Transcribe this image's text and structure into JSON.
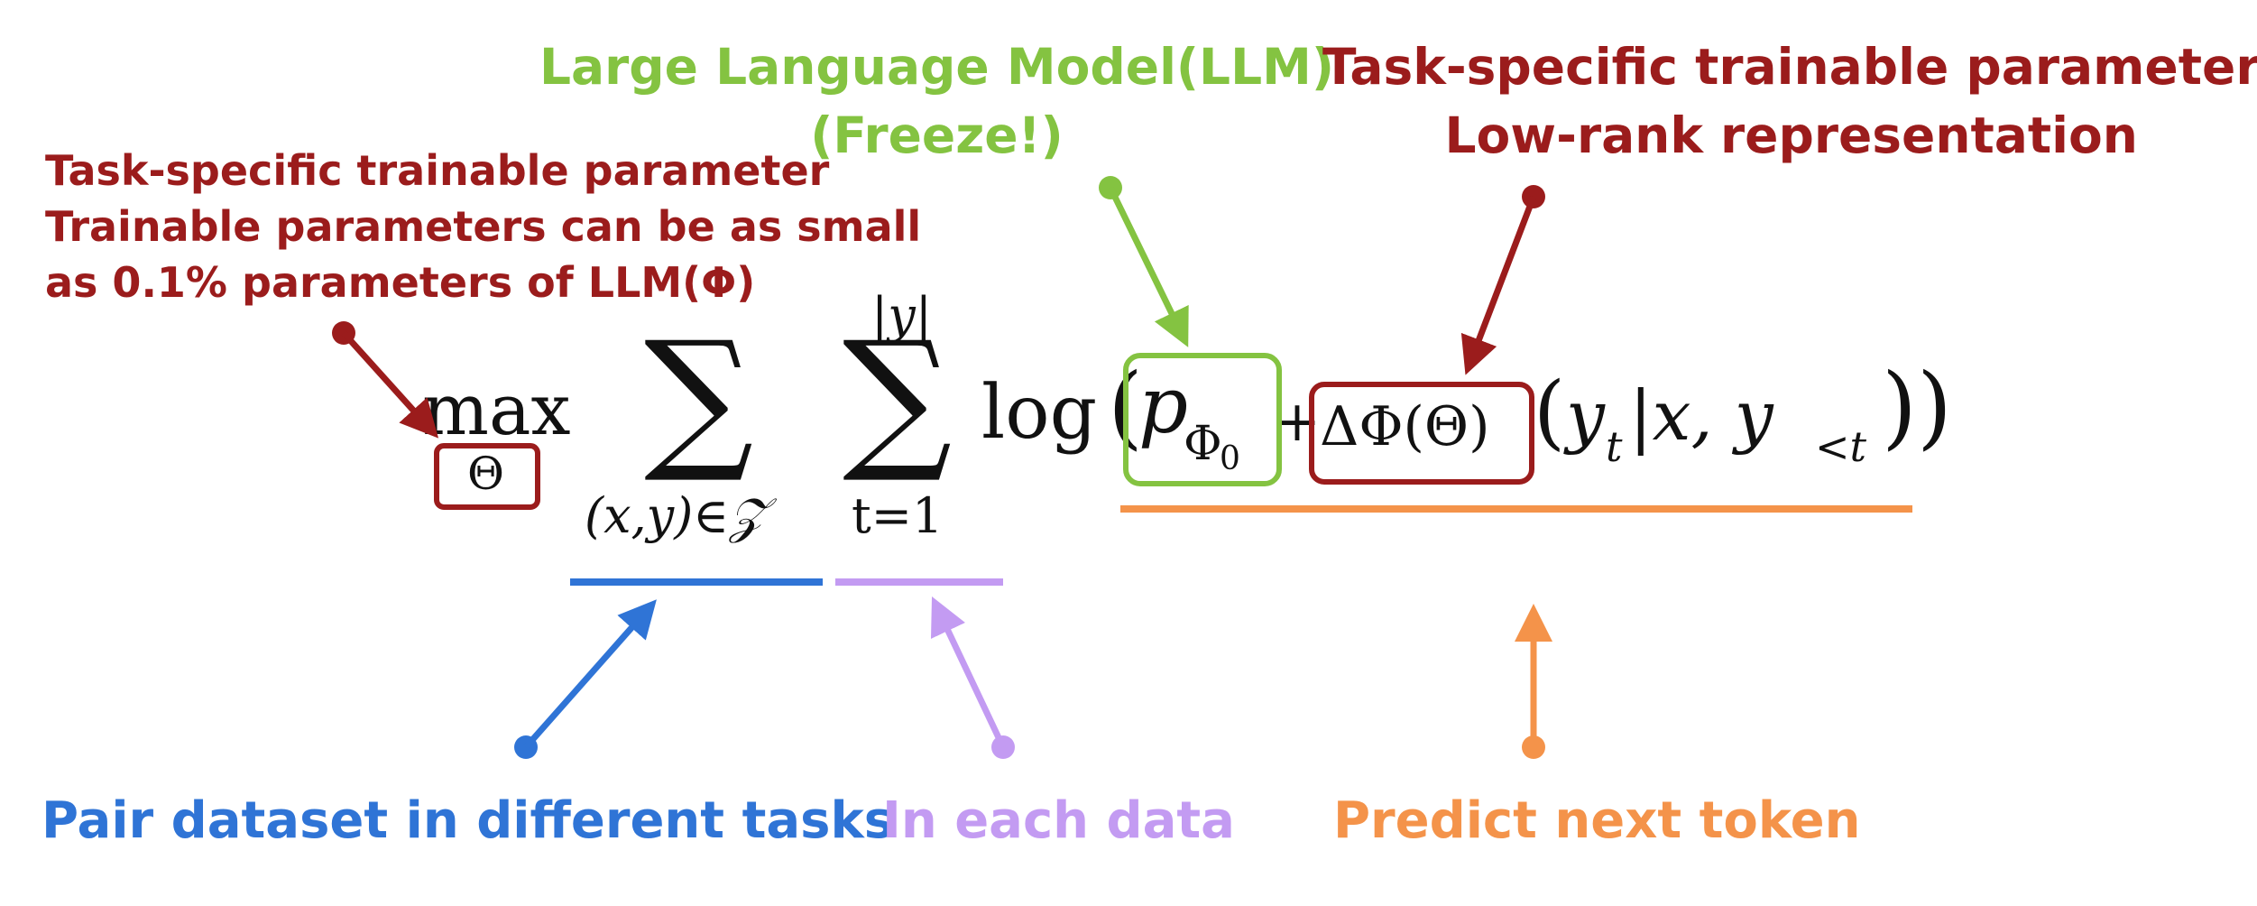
{
  "annotations": {
    "left_red": [
      "Task-specific trainable parameter",
      "Trainable parameters can be as small",
      "as 0.1% parameters of LLM(Φ)"
    ],
    "top_green": [
      "Large Language Model(LLM)",
      "(Freeze!)"
    ],
    "top_red": [
      "Task-specific trainable parameter",
      "Low-rank representation"
    ],
    "bottom_blue": "Pair dataset in different tasks",
    "bottom_purple": "In each data",
    "bottom_orange": "Predict next token"
  },
  "formula": {
    "max": "max",
    "max_sub": "Θ",
    "sum1": "∑",
    "sum1_sub": "(x,y)∈𝒵",
    "sum2": "∑",
    "sum2_sup": "|y|",
    "sum2_sub": "t=1",
    "log": "log",
    "p": "p",
    "p_sub": "Φ",
    "p_sub_sub": "0",
    "plus": "+",
    "delta": "ΔΦ(Θ)",
    "tail_open": "(",
    "tail_y": "y",
    "tail_t": "t",
    "tail_rest": "|x, y",
    "tail_lt": "<t",
    "tail_close": "))",
    "open_big": "("
  },
  "colors": {
    "red": "#9b1c1c",
    "green": "#84c341",
    "blue": "#2f74d6",
    "purple": "#c39bf2",
    "orange": "#f4934a"
  }
}
